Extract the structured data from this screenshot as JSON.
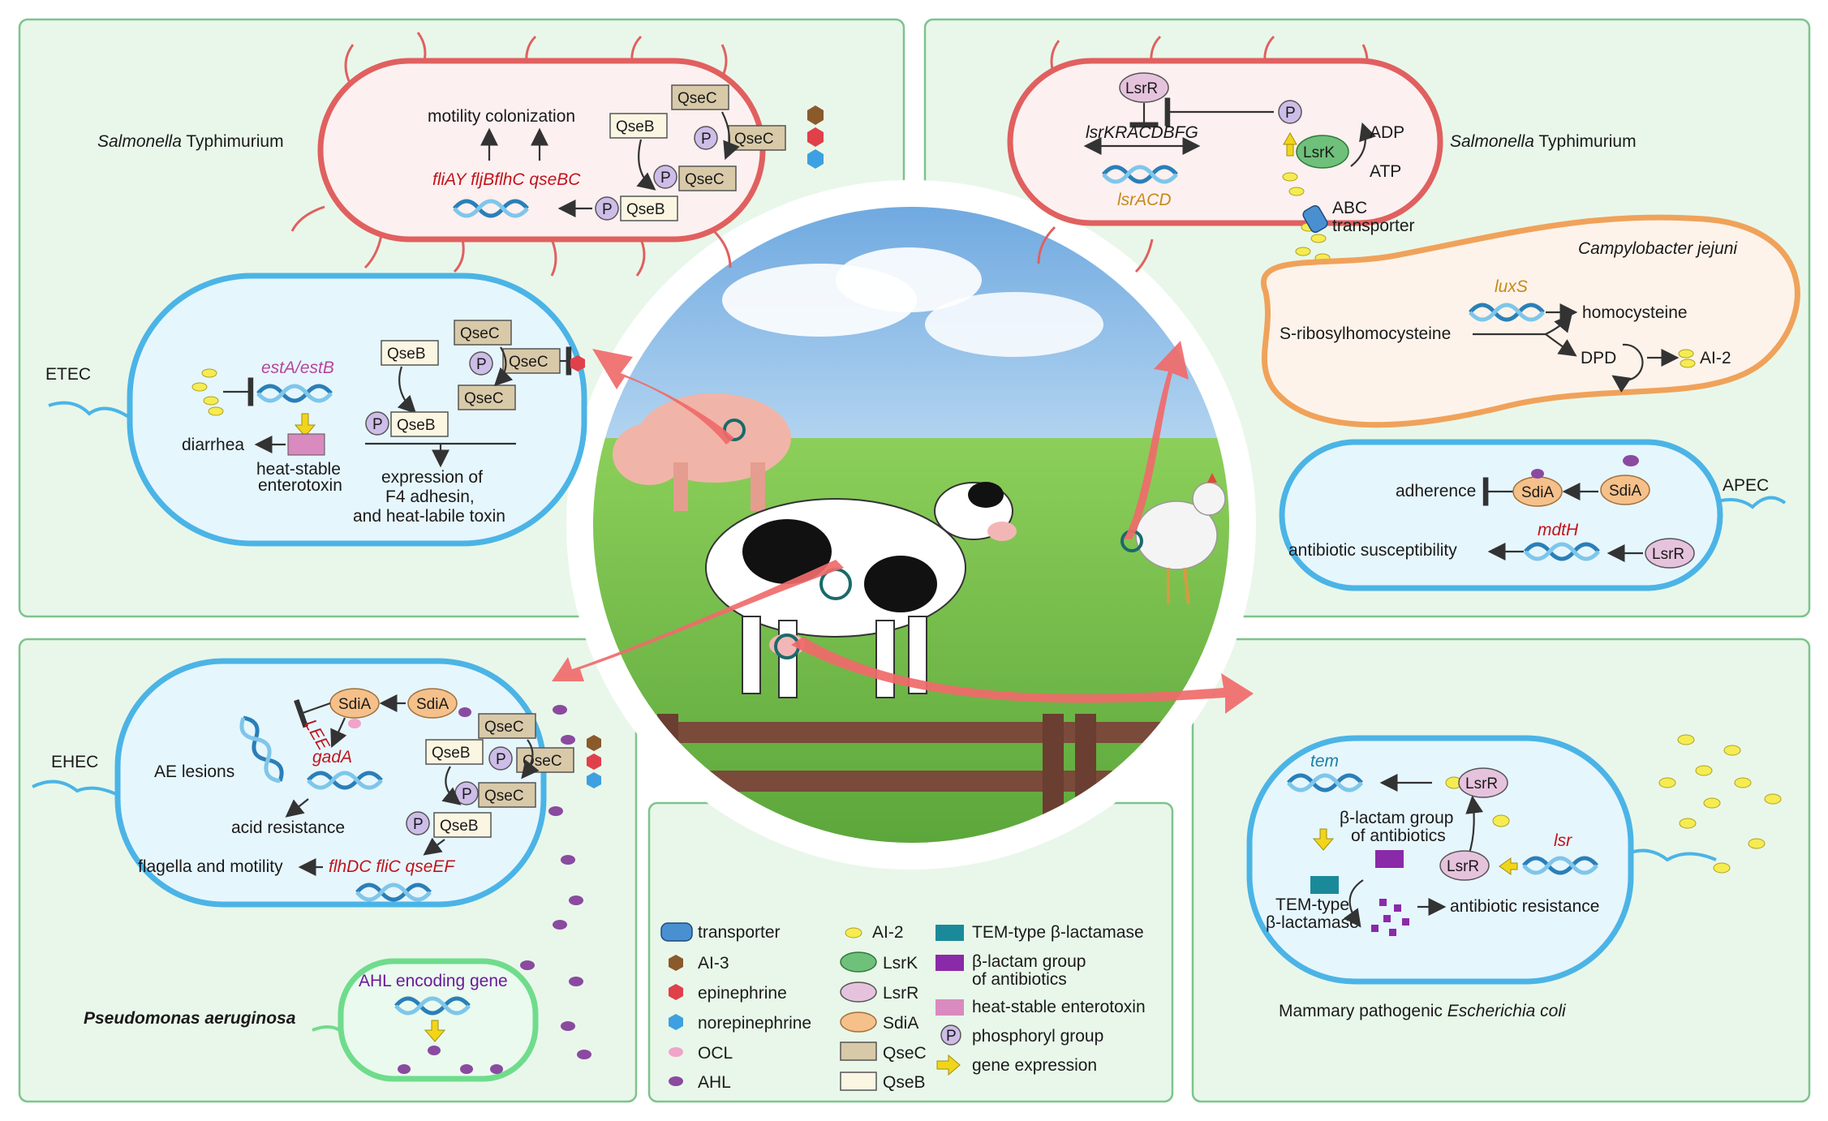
{
  "panels": {
    "salmonella_left": {
      "title_genus": "Salmonella",
      "title_species": " Typhimurium",
      "outputs": "motility colonization",
      "genes": "fliAY fljBflhC qseBC",
      "qseb1": "QseB",
      "qseb2": "QseB",
      "qsec1": "QseC",
      "qsec2": "QseC",
      "qsec3": "QseC",
      "p": "P"
    },
    "salmonella_right": {
      "title_genus": "Salmonella",
      "title_species": " Typhimurium",
      "lsrr": "LsrR",
      "lsr_operon": "lsrKRACDBFG",
      "lsr_gene": "lsrACD",
      "lsrk": "LsrK",
      "adp": "ADP",
      "atp": "ATP",
      "abc1": "ABC",
      "abc2": "transporter",
      "p": "P"
    },
    "campylobacter": {
      "title": "Campylobacter jejuni",
      "luxs": "luxS",
      "substrate": "S-ribosylhomocysteine",
      "product1": "homocysteine",
      "dpd": "DPD",
      "ai2": "AI-2"
    },
    "etec": {
      "title": "ETEC",
      "genes": "estA/estB",
      "diarrhea": "diarrhea",
      "toxin1": "heat-stable",
      "toxin2": "enterotoxin",
      "qseb1": "QseB",
      "qseb2": "QseB",
      "qsec1": "QseC",
      "qsec2": "QseC",
      "qsec3": "QseC",
      "exp1": "expression of",
      "exp2": "F4 adhesin,",
      "exp3": "and heat-labile toxin",
      "p": "P"
    },
    "apec": {
      "title": "APEC",
      "adherence": "adherence",
      "sdia1": "SdiA",
      "sdia2": "SdiA",
      "mdth": "mdtH",
      "antibiotic": "antibiotic susceptibility",
      "lsrr": "LsrR"
    },
    "ehec": {
      "title": "EHEC",
      "sdia1": "SdiA",
      "sdia2": "SdiA",
      "lee": "LEE",
      "ae": "AE lesions",
      "gada": "gadA",
      "acid": "acid resistance",
      "flagella": "flagella and motility",
      "genes": "flhDC fliC qseEF",
      "qseb1": "QseB",
      "qseb2": "QseB",
      "qsec1": "QseC",
      "qsec2": "QseC",
      "qsec3": "QseC",
      "p": "P"
    },
    "pseudomonas": {
      "title": "Pseudomonas aeruginosa",
      "gene": "AHL encoding gene"
    },
    "mammary": {
      "title_plain": "Mammary pathogenic ",
      "title_italic": "Escherichia coli",
      "tem": "tem",
      "lsrr1": "LsrR",
      "lsrr2": "LsrR",
      "blactam1": "β-lactam group",
      "blactam2": "of antibiotics",
      "lsr": "lsr",
      "temtype1": "TEM-type",
      "temtype2": "β-lactamase",
      "resistance": "antibiotic resistance"
    }
  },
  "legend": {
    "col1": [
      "transporter",
      "AI-3",
      "epinephrine",
      "norepinephrine",
      "OCL",
      "AHL"
    ],
    "col2": [
      "AI-2",
      "LsrK",
      "LsrR",
      "SdiA",
      "QseC",
      "QseB"
    ],
    "col3": [
      "TEM-type β-lactamase",
      "β-lactam group",
      "of antibiotics",
      "heat-stable enterotoxin",
      "phosphoryl group",
      "gene expression"
    ],
    "p": "P"
  },
  "colors": {
    "panel_bg": "#e9f7ea",
    "panel_border": "#7cc48c",
    "salmonella_border": "#e0605f",
    "salmonella_fill": "#fdf0f0",
    "ecoli_border": "#4bb4e6",
    "ecoli_fill": "#e6f6fd",
    "campy_border": "#f0a25a",
    "campy_fill": "#fdf3ea",
    "pseudo_border": "#6fdc8c",
    "arrow_red": "#f06a6a"
  }
}
